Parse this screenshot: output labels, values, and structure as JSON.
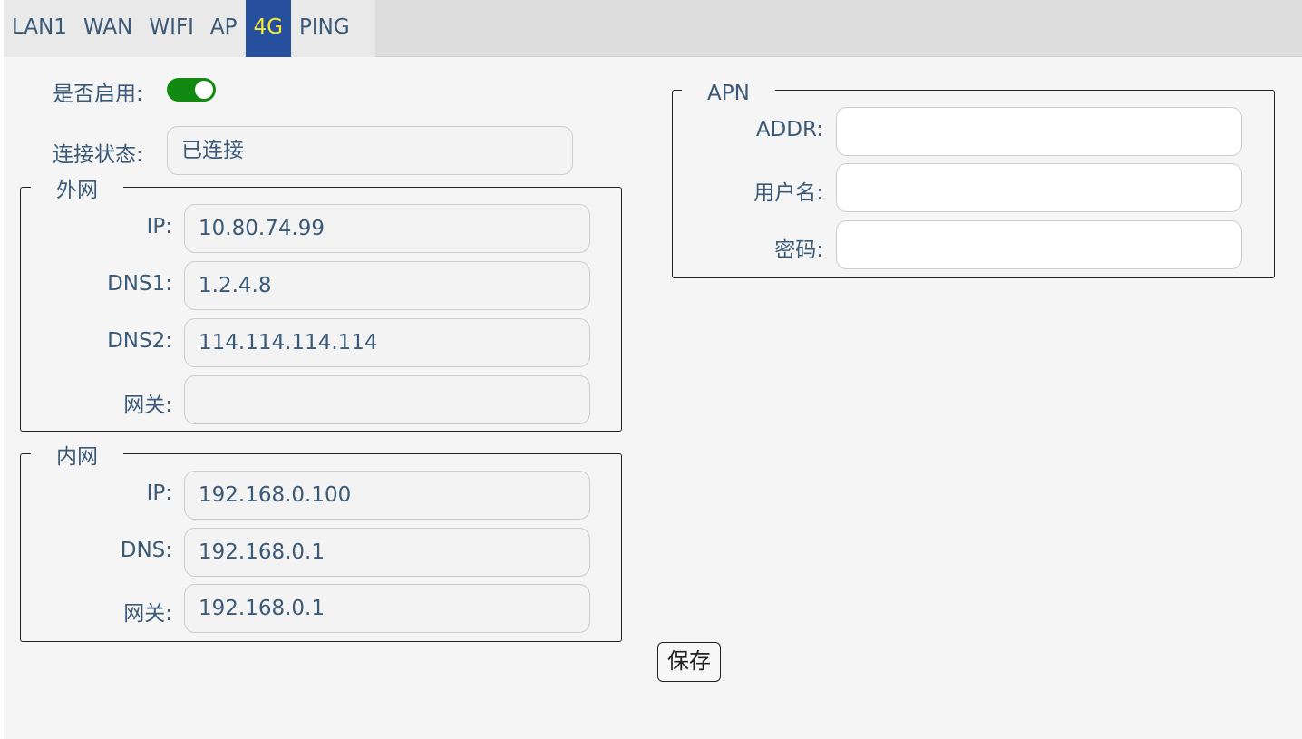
{
  "tabs": [
    {
      "label": "LAN1",
      "active": false
    },
    {
      "label": "WAN",
      "active": false
    },
    {
      "label": "WIFI",
      "active": false
    },
    {
      "label": "AP",
      "active": false
    },
    {
      "label": "4G",
      "active": true
    },
    {
      "label": "PING",
      "active": false
    }
  ],
  "enable": {
    "label": "是否启用:",
    "on": true
  },
  "status": {
    "label": "连接状态:",
    "value": "已连接"
  },
  "wan": {
    "legend": "外网",
    "ip_label": "IP:",
    "ip": "10.80.74.99",
    "dns1_label": "DNS1:",
    "dns1": "1.2.4.8",
    "dns2_label": "DNS2:",
    "dns2": "114.114.114.114",
    "gateway_label": "网关:",
    "gateway": ""
  },
  "lan": {
    "legend": "内网",
    "ip_label": "IP:",
    "ip": "192.168.0.100",
    "dns_label": "DNS:",
    "dns": "192.168.0.1",
    "gateway_label": "网关:",
    "gateway": "192.168.0.1"
  },
  "apn": {
    "legend": "APN",
    "addr_label": "ADDR:",
    "addr": "",
    "user_label": "用户名:",
    "user": "",
    "password_label": "密码:",
    "password": ""
  },
  "save_label": "保存",
  "colors": {
    "active_tab_bg": "#264f9e",
    "active_tab_text": "#f5e63a",
    "toggle_on": "#128a12",
    "text": "#3b5a78"
  }
}
